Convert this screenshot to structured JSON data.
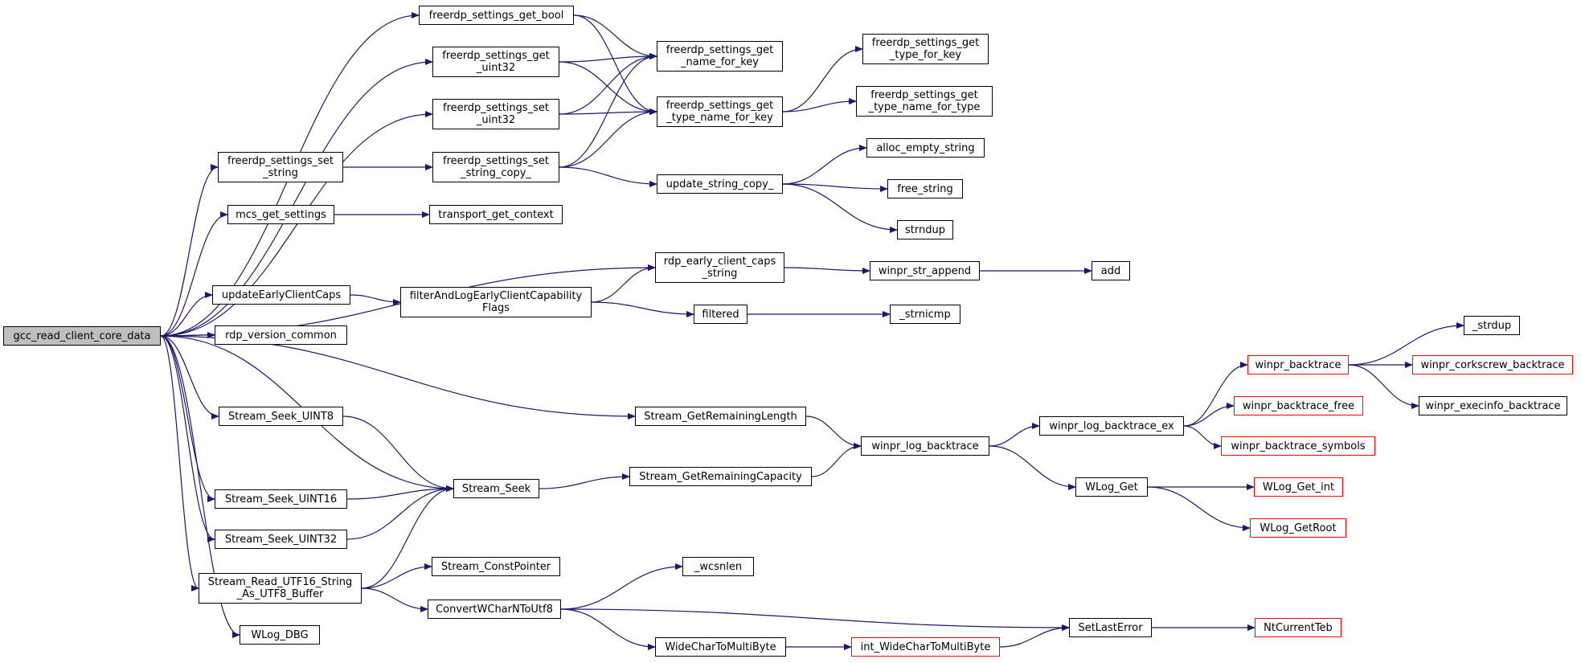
{
  "colors": {
    "edge": "#191970",
    "node_border": "#000000",
    "truncated_border": "#ff0000",
    "root_fill": "#bfbfbf"
  },
  "nodes": {
    "gcc_read_client_core_data": "gcc_read_client_core_data",
    "freerdp_settings_get_bool": "freerdp_settings_get_bool",
    "freerdp_settings_get_uint32": "freerdp_settings_get\n_uint32",
    "freerdp_settings_set_uint32": "freerdp_settings_set\n_uint32",
    "freerdp_settings_set_string": "freerdp_settings_set\n_string",
    "freerdp_settings_set_string_copy_": "freerdp_settings_set\n_string_copy_",
    "freerdp_settings_get_name_for_key": "freerdp_settings_get\n_name_for_key",
    "freerdp_settings_get_type_name_for_key": "freerdp_settings_get\n_type_name_for_key",
    "freerdp_settings_get_type_for_key": "freerdp_settings_get\n_type_for_key",
    "freerdp_settings_get_type_name_for_type": "freerdp_settings_get\n_type_name_for_type",
    "update_string_copy_": "update_string_copy_",
    "alloc_empty_string": "alloc_empty_string",
    "free_string": "free_string",
    "strndup": "strndup",
    "mcs_get_settings": "mcs_get_settings",
    "transport_get_context": "transport_get_context",
    "rdp_early_client_caps_string": "rdp_early_client_caps\n_string",
    "winpr_str_append": "winpr_str_append",
    "add": "add",
    "updateEarlyClientCaps": "updateEarlyClientCaps",
    "filterAndLogEarlyClientCapabilityFlags": "filterAndLogEarlyClientCapability\nFlags",
    "filtered": "filtered",
    "_strnicmp": "_strnicmp",
    "rdp_version_common": "rdp_version_common",
    "Stream_Seek_UINT8": "Stream_Seek_UINT8",
    "Stream_GetRemainingLength": "Stream_GetRemainingLength",
    "winpr_log_backtrace": "winpr_log_backtrace",
    "winpr_log_backtrace_ex": "winpr_log_backtrace_ex",
    "winpr_backtrace": "winpr_backtrace",
    "_strdup": "_strdup",
    "winpr_corkscrew_backtrace": "winpr_corkscrew_backtrace",
    "winpr_execinfo_backtrace": "winpr_execinfo_backtrace",
    "winpr_backtrace_free": "winpr_backtrace_free",
    "winpr_backtrace_symbols": "winpr_backtrace_symbols",
    "Stream_Seek": "Stream_Seek",
    "Stream_GetRemainingCapacity": "Stream_GetRemainingCapacity",
    "WLog_Get": "WLog_Get",
    "WLog_Get_int": "WLog_Get_int",
    "WLog_GetRoot": "WLog_GetRoot",
    "Stream_Seek_UINT16": "Stream_Seek_UINT16",
    "Stream_Seek_UINT32": "Stream_Seek_UINT32",
    "Stream_Read_UTF16_String_As_UTF8_Buffer": "Stream_Read_UTF16_String\n_As_UTF8_Buffer",
    "Stream_ConstPointer": "Stream_ConstPointer",
    "_wcsnlen": "_wcsnlen",
    "ConvertWCharNToUtf8": "ConvertWCharNToUtf8",
    "SetLastError": "SetLastError",
    "NtCurrentTeb": "NtCurrentTeb",
    "WideCharToMultiByte": "WideCharToMultiByte",
    "int_WideCharToMultiByte": "int_WideCharToMultiByte",
    "WLog_DBG": "WLog_DBG"
  },
  "edges": [
    [
      "gcc_read_client_core_data",
      "freerdp_settings_get_bool"
    ],
    [
      "gcc_read_client_core_data",
      "freerdp_settings_get_uint32"
    ],
    [
      "gcc_read_client_core_data",
      "freerdp_settings_set_uint32"
    ],
    [
      "gcc_read_client_core_data",
      "freerdp_settings_set_string"
    ],
    [
      "gcc_read_client_core_data",
      "mcs_get_settings"
    ],
    [
      "gcc_read_client_core_data",
      "rdp_early_client_caps_string"
    ],
    [
      "gcc_read_client_core_data",
      "updateEarlyClientCaps"
    ],
    [
      "gcc_read_client_core_data",
      "rdp_version_common"
    ],
    [
      "gcc_read_client_core_data",
      "Stream_GetRemainingLength"
    ],
    [
      "gcc_read_client_core_data",
      "Stream_Seek_UINT8"
    ],
    [
      "gcc_read_client_core_data",
      "Stream_Seek"
    ],
    [
      "gcc_read_client_core_data",
      "Stream_Seek_UINT16"
    ],
    [
      "gcc_read_client_core_data",
      "Stream_Seek_UINT32"
    ],
    [
      "gcc_read_client_core_data",
      "Stream_Read_UTF16_String_As_UTF8_Buffer"
    ],
    [
      "gcc_read_client_core_data",
      "WLog_DBG"
    ],
    [
      "freerdp_settings_get_bool",
      "freerdp_settings_get_name_for_key"
    ],
    [
      "freerdp_settings_get_bool",
      "freerdp_settings_get_type_name_for_key"
    ],
    [
      "freerdp_settings_get_uint32",
      "freerdp_settings_get_name_for_key"
    ],
    [
      "freerdp_settings_get_uint32",
      "freerdp_settings_get_type_name_for_key"
    ],
    [
      "freerdp_settings_set_uint32",
      "freerdp_settings_get_name_for_key"
    ],
    [
      "freerdp_settings_set_uint32",
      "freerdp_settings_get_type_name_for_key"
    ],
    [
      "freerdp_settings_set_string",
      "freerdp_settings_set_string_copy_"
    ],
    [
      "freerdp_settings_set_string_copy_",
      "freerdp_settings_get_name_for_key"
    ],
    [
      "freerdp_settings_set_string_copy_",
      "freerdp_settings_get_type_name_for_key"
    ],
    [
      "freerdp_settings_set_string_copy_",
      "update_string_copy_"
    ],
    [
      "freerdp_settings_get_type_name_for_key",
      "freerdp_settings_get_type_for_key"
    ],
    [
      "freerdp_settings_get_type_name_for_key",
      "freerdp_settings_get_type_name_for_type"
    ],
    [
      "update_string_copy_",
      "alloc_empty_string"
    ],
    [
      "update_string_copy_",
      "free_string"
    ],
    [
      "update_string_copy_",
      "strndup"
    ],
    [
      "mcs_get_settings",
      "transport_get_context"
    ],
    [
      "rdp_early_client_caps_string",
      "winpr_str_append"
    ],
    [
      "winpr_str_append",
      "add"
    ],
    [
      "updateEarlyClientCaps",
      "filterAndLogEarlyClientCapabilityFlags"
    ],
    [
      "filterAndLogEarlyClientCapabilityFlags",
      "rdp_early_client_caps_string"
    ],
    [
      "filterAndLogEarlyClientCapabilityFlags",
      "filtered"
    ],
    [
      "filtered",
      "_strnicmp"
    ],
    [
      "Stream_GetRemainingLength",
      "winpr_log_backtrace"
    ],
    [
      "Stream_Seek_UINT8",
      "Stream_Seek"
    ],
    [
      "Stream_Seek_UINT16",
      "Stream_Seek"
    ],
    [
      "Stream_Seek_UINT32",
      "Stream_Seek"
    ],
    [
      "Stream_Read_UTF16_String_As_UTF8_Buffer",
      "Stream_Seek"
    ],
    [
      "Stream_Seek",
      "Stream_GetRemainingCapacity"
    ],
    [
      "Stream_GetRemainingCapacity",
      "winpr_log_backtrace"
    ],
    [
      "winpr_log_backtrace",
      "winpr_log_backtrace_ex"
    ],
    [
      "winpr_log_backtrace",
      "WLog_Get"
    ],
    [
      "winpr_log_backtrace_ex",
      "winpr_backtrace"
    ],
    [
      "winpr_log_backtrace_ex",
      "winpr_backtrace_free"
    ],
    [
      "winpr_log_backtrace_ex",
      "winpr_backtrace_symbols"
    ],
    [
      "winpr_backtrace",
      "_strdup"
    ],
    [
      "winpr_backtrace",
      "winpr_corkscrew_backtrace"
    ],
    [
      "winpr_backtrace",
      "winpr_execinfo_backtrace"
    ],
    [
      "WLog_Get",
      "WLog_Get_int"
    ],
    [
      "WLog_Get",
      "WLog_GetRoot"
    ],
    [
      "Stream_Read_UTF16_String_As_UTF8_Buffer",
      "Stream_ConstPointer"
    ],
    [
      "Stream_Read_UTF16_String_As_UTF8_Buffer",
      "ConvertWCharNToUtf8"
    ],
    [
      "ConvertWCharNToUtf8",
      "_wcsnlen"
    ],
    [
      "ConvertWCharNToUtf8",
      "SetLastError"
    ],
    [
      "ConvertWCharNToUtf8",
      "WideCharToMultiByte"
    ],
    [
      "WideCharToMultiByte",
      "int_WideCharToMultiByte"
    ],
    [
      "int_WideCharToMultiByte",
      "SetLastError"
    ],
    [
      "SetLastError",
      "NtCurrentTeb"
    ]
  ]
}
